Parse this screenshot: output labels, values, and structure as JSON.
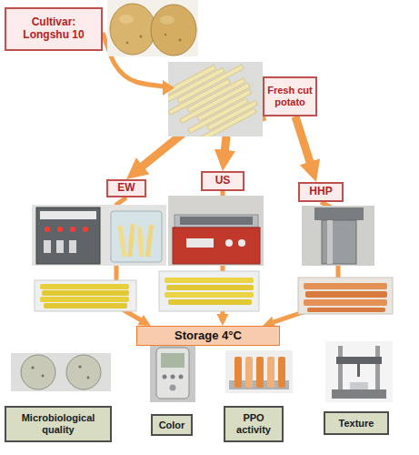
{
  "diagram": {
    "nodes": [
      {
        "text": [
          "Cultivar: Longshu 10"
        ]
      },
      {
        "text": [
          "Fresh cut potato"
        ]
      },
      {
        "text": [
          "EW"
        ]
      },
      {
        "text": [
          "US"
        ]
      },
      {
        "text": [
          "HHP"
        ]
      },
      {
        "text": [
          "Storage 4°C"
        ]
      },
      {
        "text": [
          "Microbiological quality"
        ]
      },
      {
        "text": [
          "Color"
        ]
      },
      {
        "text": [
          "PPO activity"
        ]
      },
      {
        "text": [
          "Texture"
        ]
      }
    ],
    "edges": [
      {
        "from": 0,
        "to": 1,
        "arrow": "to"
      },
      {
        "from": 1,
        "to": 2,
        "arrow": "to"
      },
      {
        "from": 1,
        "to": 3,
        "arrow": "to"
      },
      {
        "from": 1,
        "to": 4,
        "arrow": "to"
      },
      {
        "from": 2,
        "to": 5,
        "arrow": "to"
      },
      {
        "from": 3,
        "to": 5,
        "arrow": "to"
      },
      {
        "from": 4,
        "to": 5,
        "arrow": "to"
      }
    ]
  }
}
